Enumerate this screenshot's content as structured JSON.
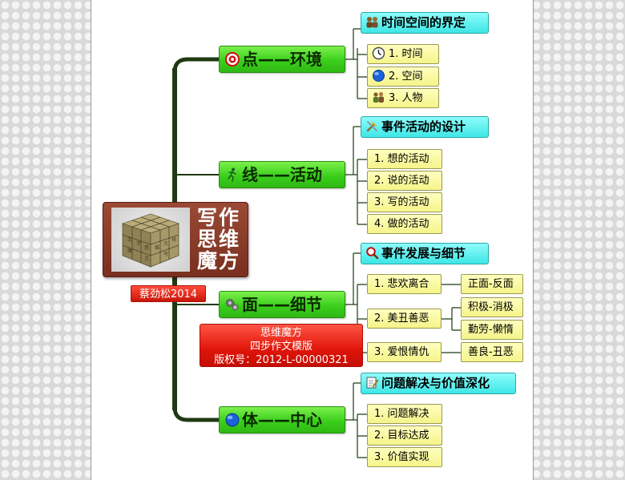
{
  "center": {
    "title_lines": [
      "写作",
      "思维",
      "魔方"
    ],
    "author": "蔡劲松2014",
    "copyright_lines": [
      "思维魔方",
      "四步作文模版",
      "版权号：2012-L-00000321"
    ]
  },
  "branches": [
    {
      "label": "点——环境",
      "icon": "target-icon",
      "header": {
        "label": "时间空间的界定",
        "icon": "people-group-icon"
      },
      "items": [
        {
          "label": "1. 时间",
          "icon": "clock-icon"
        },
        {
          "label": "2. 空间",
          "icon": "globe-icon"
        },
        {
          "label": "3. 人物",
          "icon": "people-icon"
        }
      ]
    },
    {
      "label": "线——活动",
      "icon": "running-person-icon",
      "header": {
        "label": "事件活动的设计",
        "icon": "tools-icon"
      },
      "items": [
        {
          "label": "1. 想的活动"
        },
        {
          "label": "2. 说的活动"
        },
        {
          "label": "3. 写的活动"
        },
        {
          "label": "4. 做的活动"
        }
      ]
    },
    {
      "label": "面——细节",
      "icon": "gears-icon",
      "header": {
        "label": "事件发展与细节",
        "icon": "magnifier-icon"
      },
      "items": [
        {
          "label": "1. 悲欢离合",
          "children": [
            "正面-反面"
          ]
        },
        {
          "label": "2. 美丑善恶",
          "children": [
            "积极-消极",
            "勤劳-懒惰"
          ]
        },
        {
          "label": "3. 爱恨情仇",
          "children": [
            "善良-丑恶"
          ]
        }
      ]
    },
    {
      "label": "体——中心",
      "icon": "globe-icon",
      "header": {
        "label": "问题解决与价值深化",
        "icon": "note-pencil-icon"
      },
      "items": [
        {
          "label": "1. 问题解决"
        },
        {
          "label": "2. 目标达成"
        },
        {
          "label": "3. 价值实现"
        }
      ]
    }
  ],
  "colors": {
    "main_branch": "#3bcf1c",
    "header": "#3ee6e6",
    "leaf": "#f5f48a",
    "center": "#8a3a28",
    "badge": "#e0150a",
    "trunk": "#1f3a12"
  }
}
